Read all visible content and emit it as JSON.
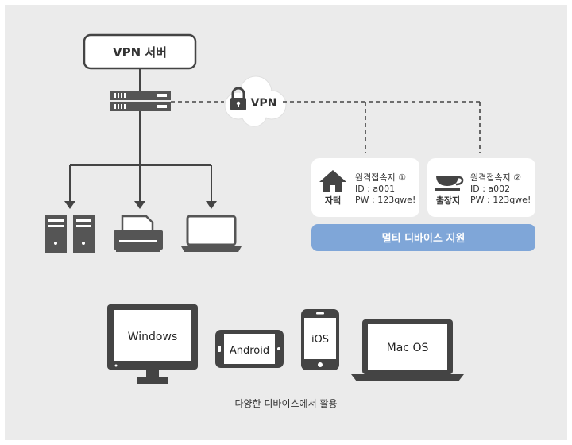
{
  "server_label": "VPN 서버",
  "vpn_label": "VPN",
  "sites": [
    {
      "name": "자택",
      "title": "원격접속지 ①",
      "id_line": "ID : a001",
      "pw_line": "PW : 123qwe!",
      "icon": "house-icon"
    },
    {
      "name": "출장지",
      "title": "원격접속지 ②",
      "id_line": "ID : a002",
      "pw_line": "PW : 123qwe!",
      "icon": "coffee-cup-icon"
    }
  ],
  "multi_device_label": "멀티 디바이스 지원",
  "devices": [
    {
      "label": "Windows",
      "icon": "monitor-icon"
    },
    {
      "label": "Android",
      "icon": "phone-landscape-icon"
    },
    {
      "label": "iOS",
      "icon": "phone-portrait-icon"
    },
    {
      "label": "Mac OS",
      "icon": "laptop-icon"
    }
  ],
  "caption": "다양한 디바이스에서 활용",
  "colors": {
    "background": "#ebebeb",
    "dark": "#444444",
    "multi_device_bar": "#7fa6d8",
    "card": "#ffffff"
  }
}
